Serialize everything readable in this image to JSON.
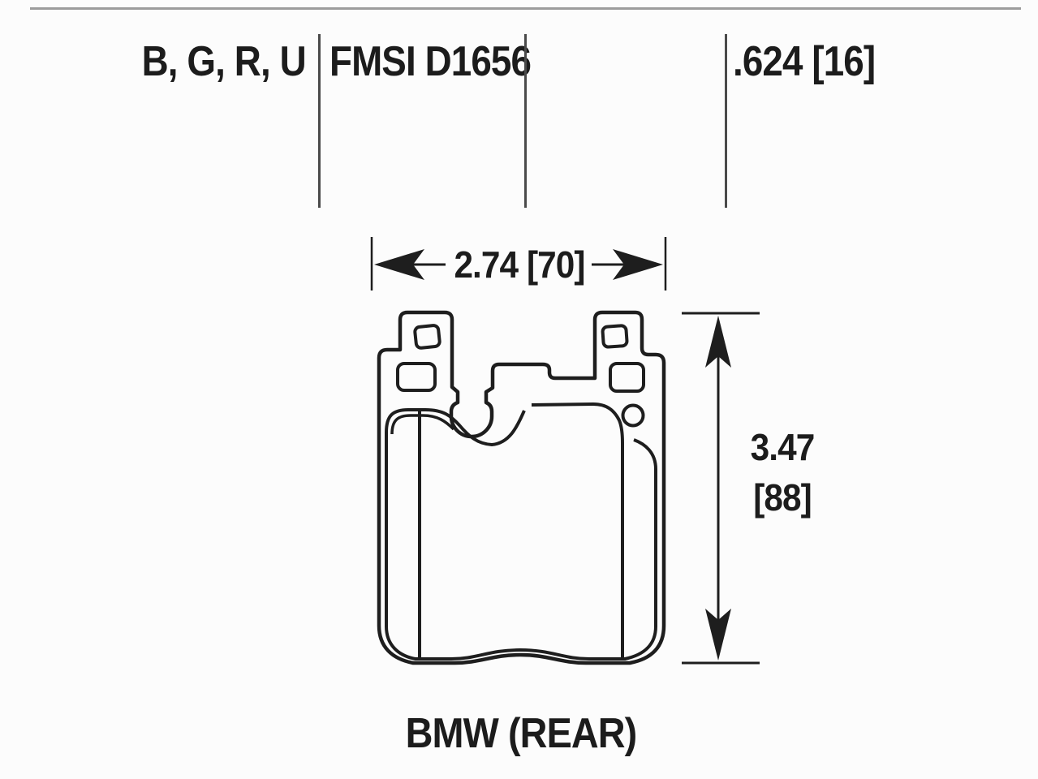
{
  "page": {
    "background_color": "#fcfcfc",
    "line_color": "#1e1e1e",
    "top_rule_color": "#9c9c9c"
  },
  "header": {
    "compounds": "B, G, R, U",
    "fmsi": "FMSI D1656",
    "thickness": ".624 [16]"
  },
  "dimensions": {
    "width": "2.74 [70]",
    "height_value": "3.47",
    "height_metric": "[88]"
  },
  "caption": "BMW (REAR)",
  "drawing": {
    "subject": "brake-pad-backing-plate-outline"
  }
}
